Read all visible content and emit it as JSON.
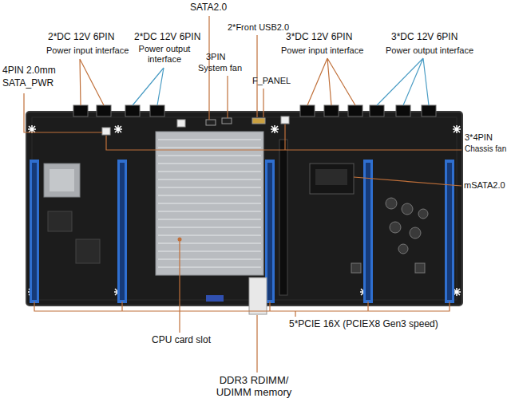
{
  "diagram": {
    "labels": [
      "SATA2.0",
      "2*Front USB2.0",
      "2*DC 12V 6PIN",
      "Power input interface",
      "2*DC 12V 6PIN",
      "Power output interface",
      "3PIN",
      "System fan",
      "F_PANEL",
      "3*DC 12V 6PIN",
      "Power input interface",
      "3*DC 12V 6PIN",
      "Power output interface",
      "4PIN 2.0mm",
      "SATA_PWR",
      "3*4PIN",
      "Chassis fan",
      "mSATA2.0",
      "CPU card slot",
      "5*PCIE 16X (PCIEX8 Gen3 speed)",
      "DDR3 RDIMM/ UDIMM memory"
    ]
  }
}
